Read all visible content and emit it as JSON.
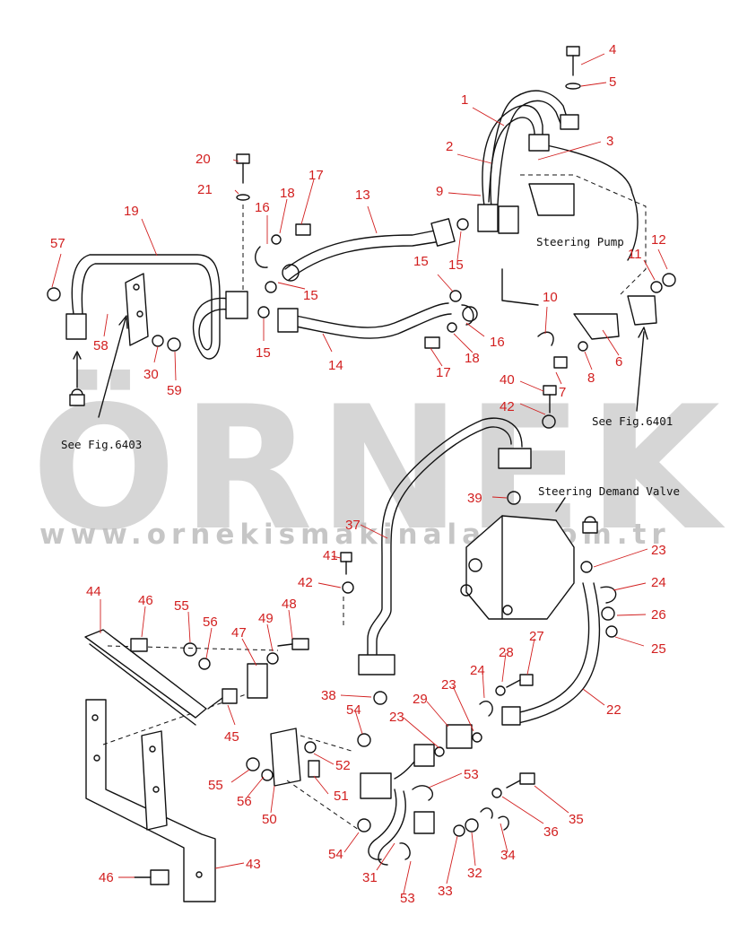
{
  "watermark": {
    "brand": "ÖRNEK",
    "url": "www.ornekismakinalari.com.tr"
  },
  "annotations": {
    "steering_pump": "Steering Pump",
    "steering_demand_valve": "Steering Demand Valve",
    "see_fig_6403": "See Fig.6403",
    "see_fig_6401": "See Fig.6401"
  },
  "part_numbers": [
    "1",
    "2",
    "3",
    "4",
    "5",
    "6",
    "7",
    "8",
    "9",
    "10",
    "11",
    "12",
    "13",
    "14",
    "15",
    "15",
    "15",
    "15",
    "16",
    "16",
    "17",
    "17",
    "18",
    "18",
    "19",
    "20",
    "21",
    "22",
    "23",
    "23",
    "23",
    "24",
    "24",
    "25",
    "26",
    "27",
    "28",
    "29",
    "30",
    "31",
    "32",
    "33",
    "34",
    "35",
    "36",
    "37",
    "38",
    "39",
    "40",
    "41",
    "42",
    "42",
    "43",
    "44",
    "45",
    "46",
    "46",
    "47",
    "48",
    "49",
    "50",
    "51",
    "52",
    "53",
    "53",
    "54",
    "54",
    "55",
    "55",
    "56",
    "56",
    "57",
    "58",
    "59"
  ],
  "colors": {
    "callout": "#d21f1f",
    "line_art": "#111111",
    "watermark": "#c9c9c9"
  }
}
